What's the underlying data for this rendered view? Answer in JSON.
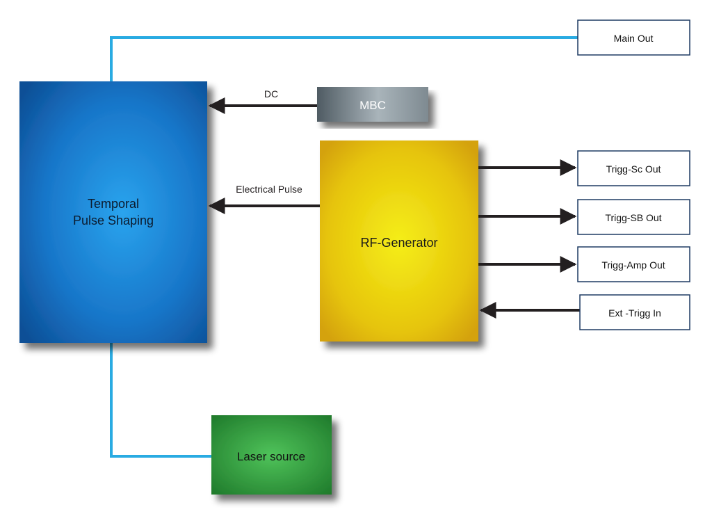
{
  "blocks": {
    "temporal": {
      "line1": "Temporal",
      "line2": "Pulse Shaping"
    },
    "mbc": "MBC",
    "rf": "RF-Generator",
    "laser": "Laser source"
  },
  "outputs": {
    "main_out": "Main Out",
    "trigg_sc": "Trigg-Sc Out",
    "trigg_sb": "Trigg-SB Out",
    "trigg_amp": "Trigg-Amp Out",
    "ext_trigg": "Ext -Trigg In"
  },
  "connections": {
    "dc": "DC",
    "electrical_pulse": "Electrical Pulse"
  },
  "colors": {
    "optical_line": "#29abe2",
    "signal_line": "#231f20",
    "temporal": "#1a73c4",
    "rf": "#e8c800",
    "laser": "#2e9e3a",
    "mbc": "#8a979e"
  }
}
